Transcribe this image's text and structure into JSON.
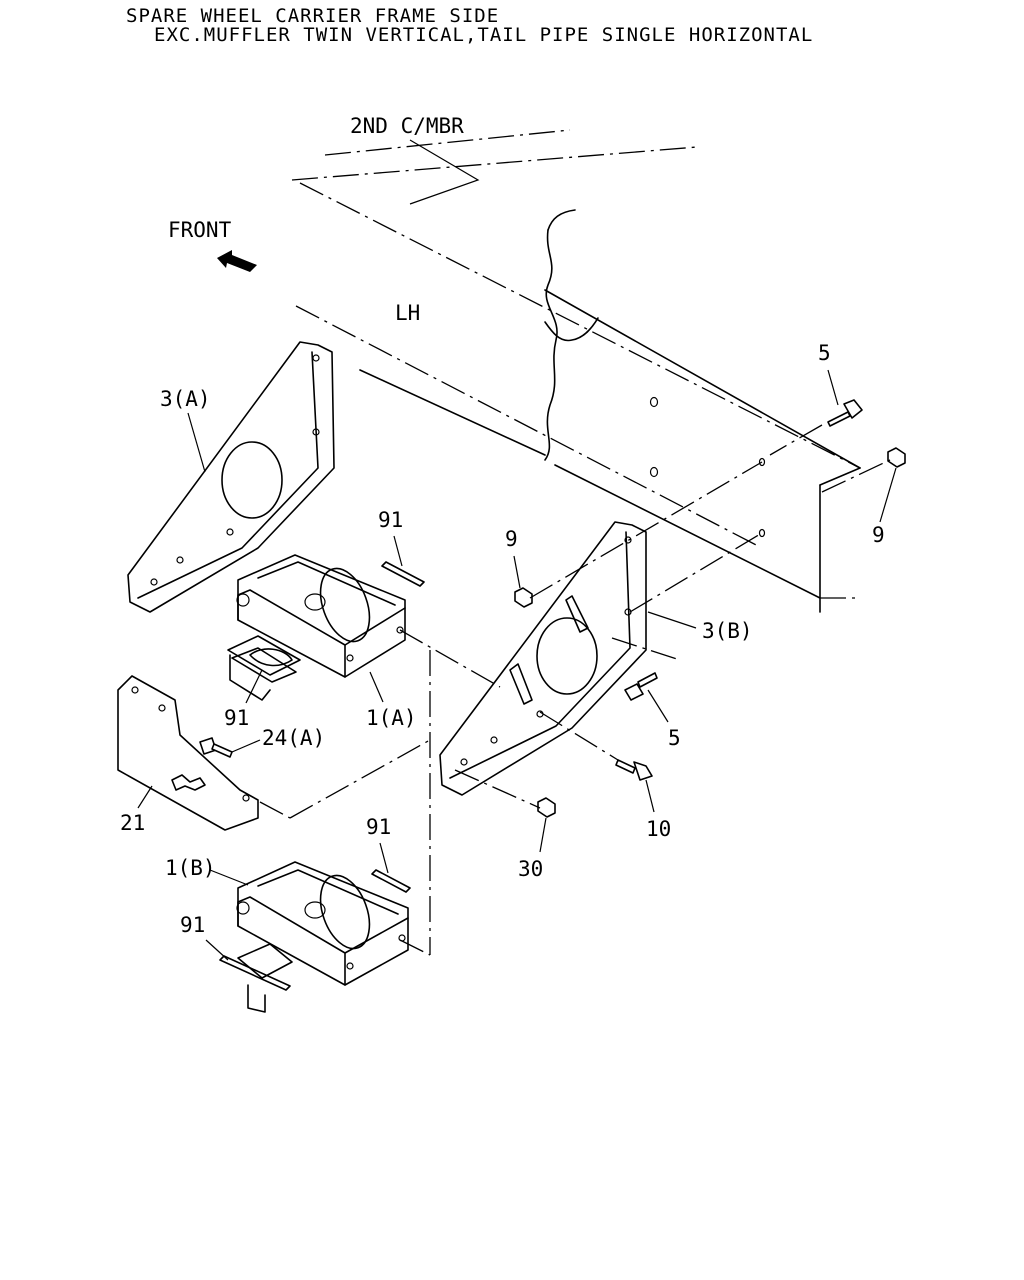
{
  "header": {
    "line1": "SPARE WHEEL CARRIER FRAME SIDE",
    "line2": "EXC.MUFFLER TWIN VERTICAL,TAIL PIPE SINGLE HORIZONTAL"
  },
  "labels": {
    "crossmember": "2ND C/MBR",
    "front": "FRONT",
    "side": "LH",
    "bracket_a": "3(A)",
    "bracket_b": "3(B)",
    "bolt_top": "5",
    "bolt_mid": "5",
    "nut_right": "9",
    "nut_mid": "9",
    "strap_top": "91",
    "strap_mid_left": "91",
    "strap_low": "91",
    "strap_bottom_left": "91",
    "hanger_a": "1(A)",
    "hanger_b": "1(B)",
    "bolt_24a": "24(A)",
    "plate": "21",
    "bolt_10": "10",
    "nut_30": "30"
  }
}
